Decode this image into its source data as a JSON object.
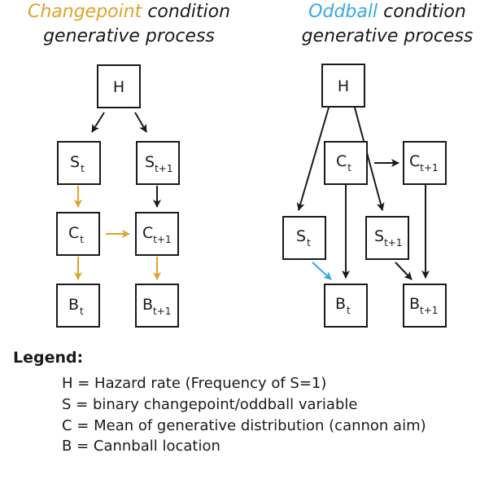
{
  "colors": {
    "changepoint": "#e0a22a",
    "oddball": "#36a9e1",
    "ink": "#1a1a1a"
  },
  "changepoint_panel": {
    "title_colored": "Changepoint",
    "title_rest": "condition",
    "title_line2": "generative process",
    "nodes": {
      "h": {
        "main": "H",
        "sub": ""
      },
      "s_t": {
        "main": "S",
        "sub": "t"
      },
      "s_t1": {
        "main": "S",
        "sub": "t+1"
      },
      "c_t": {
        "main": "C",
        "sub": "t"
      },
      "c_t1": {
        "main": "C",
        "sub": "t+1"
      },
      "b_t": {
        "main": "B",
        "sub": "t"
      },
      "b_t1": {
        "main": "B",
        "sub": "t+1"
      }
    }
  },
  "oddball_panel": {
    "title_colored": "Oddball",
    "title_rest": "condition",
    "title_line2": "generative process",
    "nodes": {
      "h": {
        "main": "H",
        "sub": ""
      },
      "c_t": {
        "main": "C",
        "sub": "t"
      },
      "c_t1": {
        "main": "C",
        "sub": "t+1"
      },
      "s_t": {
        "main": "S",
        "sub": "t"
      },
      "s_t1": {
        "main": "S",
        "sub": "t+1"
      },
      "b_t": {
        "main": "B",
        "sub": "t"
      },
      "b_t1": {
        "main": "B",
        "sub": "t+1"
      }
    }
  },
  "legend": {
    "title": "Legend:",
    "items": [
      "H = Hazard rate (Frequency of S=1)",
      "S = binary changepoint/oddball variable",
      "C = Mean of generative distribution (cannon aim)",
      "B = Cannball location"
    ]
  }
}
